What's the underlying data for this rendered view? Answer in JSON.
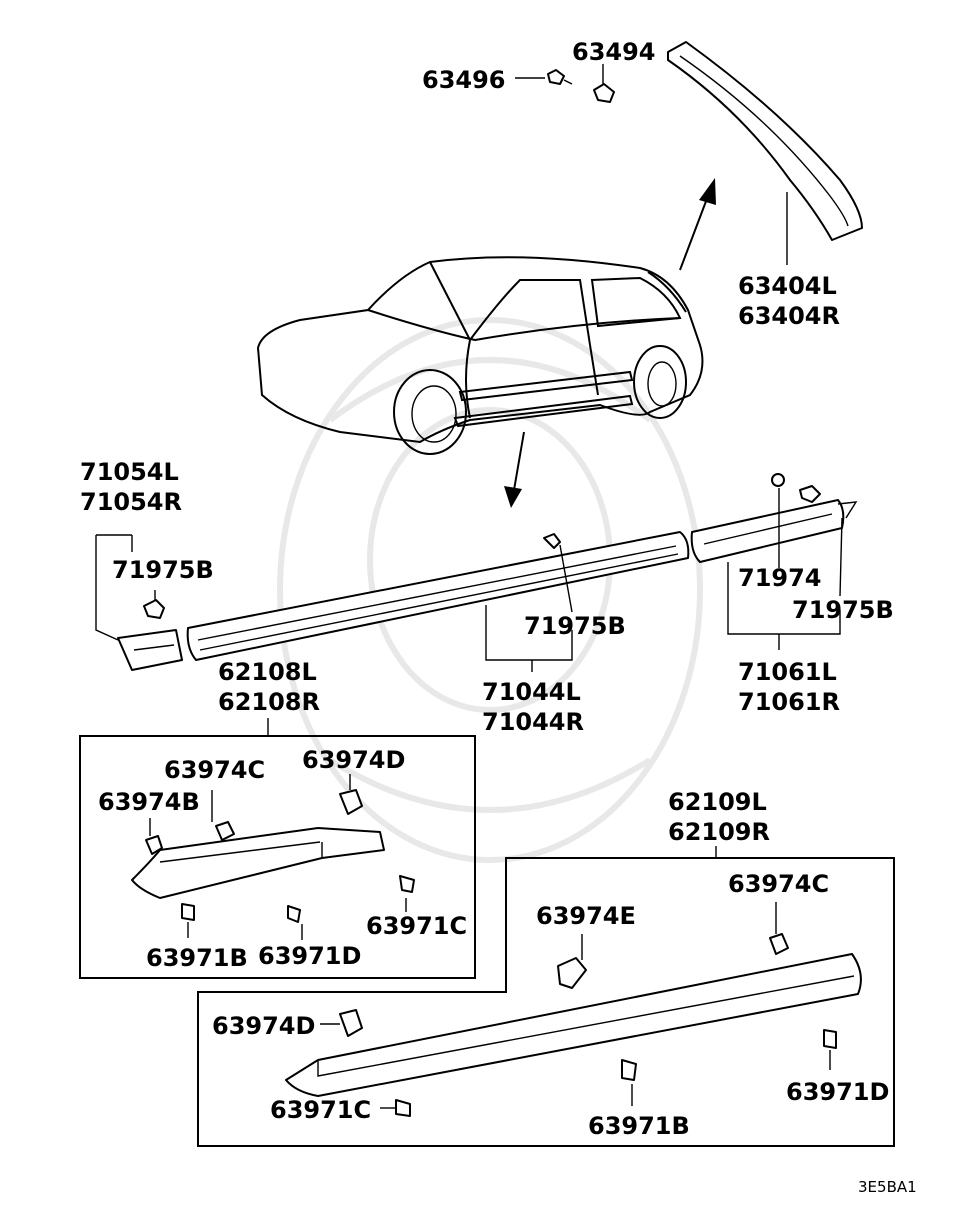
{
  "diagram_code": "3E5BA1",
  "labels": {
    "p63494": "63494",
    "p63496": "63496",
    "p63404L": "63404L",
    "p63404R": "63404R",
    "p71054L": "71054L",
    "p71054R": "71054R",
    "p71975B_a": "71975B",
    "p71975B_b": "71975B",
    "p71975B_c": "71975B",
    "p71974": "71974",
    "p71061L": "71061L",
    "p71061R": "71061R",
    "p71044L": "71044L",
    "p71044R": "71044R",
    "p62108L": "62108L",
    "p62108R": "62108R",
    "p62109L": "62109L",
    "p62109R": "62109R",
    "box1": {
      "p63974C": "63974C",
      "p63974D": "63974D",
      "p63974B": "63974B",
      "p63971C": "63971C",
      "p63971B": "63971B",
      "p63971D": "63971D"
    },
    "box2": {
      "p63974C": "63974C",
      "p63974E": "63974E",
      "p63974D": "63974D",
      "p63971D": "63971D",
      "p63971C": "63971C",
      "p63971B": "63971B"
    }
  }
}
